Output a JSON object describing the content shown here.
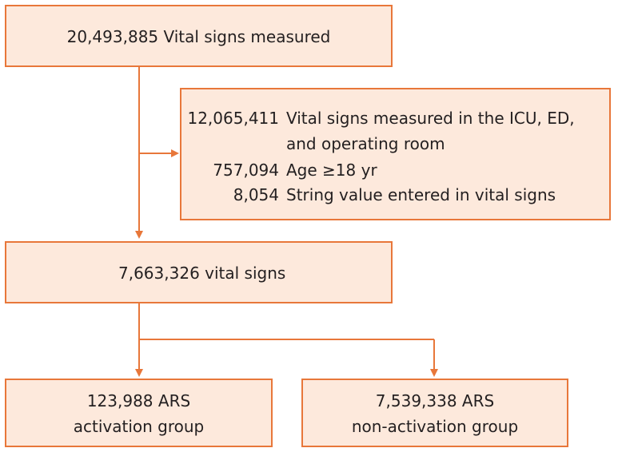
{
  "boxes": {
    "total": {
      "label": "20,493,885 Vital signs measured"
    },
    "excluded": {
      "items": [
        {
          "count": "12,065,411",
          "label": "Vital signs measured in the ICU, ED,",
          "label_cont": "and operating room"
        },
        {
          "count": "757,094",
          "label": "Age ≥18 yr"
        },
        {
          "count": "8,054",
          "label": "String value entered in vital signs"
        }
      ]
    },
    "included": {
      "label": "7,663,326 vital signs"
    },
    "activation": {
      "line1": "123,988 ARS",
      "line2": "activation group"
    },
    "non_activation": {
      "line1": "7,539,338 ARS",
      "line2": "non-activation group"
    }
  },
  "colors": {
    "border": "#e8773a",
    "fill": "#fde9dc",
    "arrow": "#e8773a",
    "text": "#231f20"
  }
}
